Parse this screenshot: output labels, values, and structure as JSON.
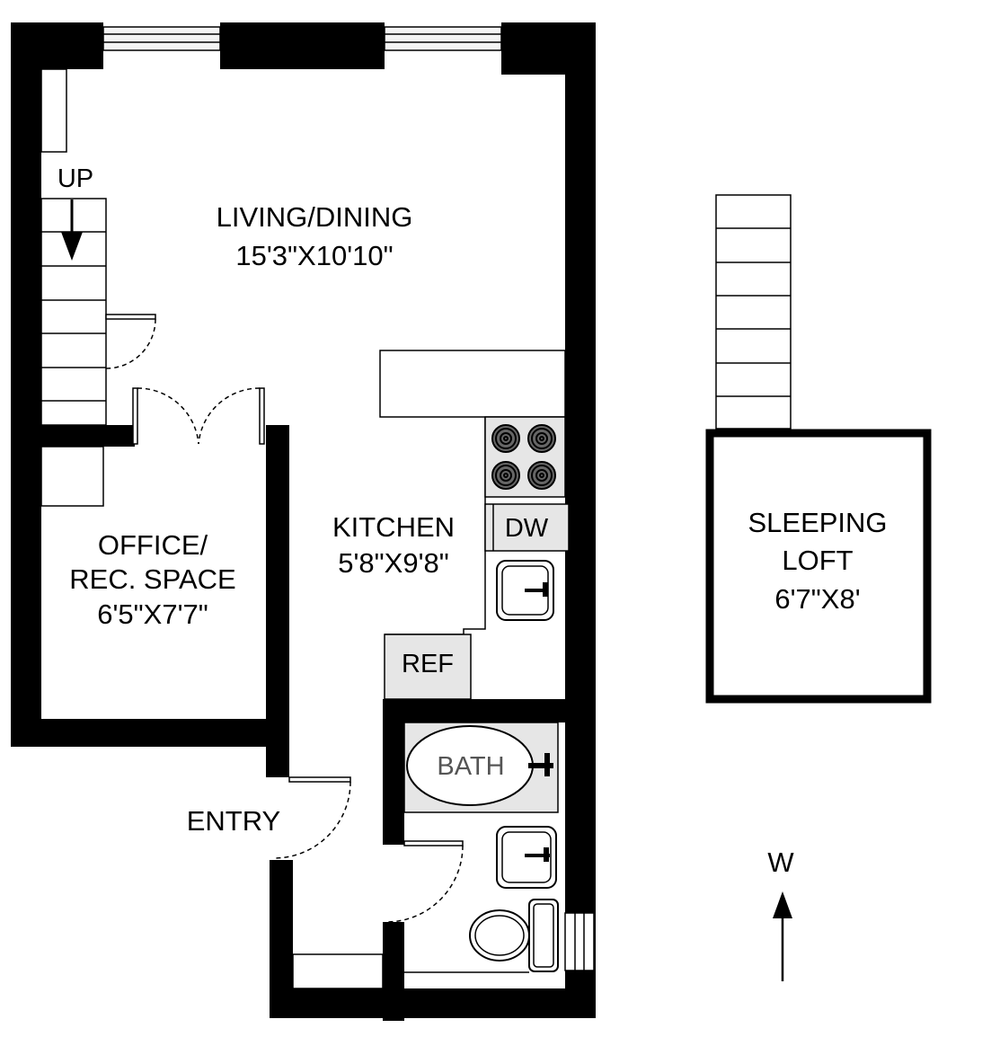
{
  "rooms": {
    "living": {
      "name": "LIVING/DINING",
      "size": "15'3\"X10'10\""
    },
    "kitchen": {
      "name": "KITCHEN",
      "size": "5'8\"X9'8\""
    },
    "office": {
      "line1": "OFFICE/",
      "line2": "REC. SPACE",
      "size": "6'5\"X7'7\""
    },
    "loft": {
      "line1": "SLEEPING",
      "line2": "LOFT",
      "size": "6'7\"X8'"
    },
    "entry": {
      "name": "ENTRY"
    }
  },
  "fixtures": {
    "dishwasher": "DW",
    "refrigerator": "REF",
    "bath": "BATH"
  },
  "stairs": {
    "direction": "UP"
  },
  "compass": {
    "label": "W"
  }
}
